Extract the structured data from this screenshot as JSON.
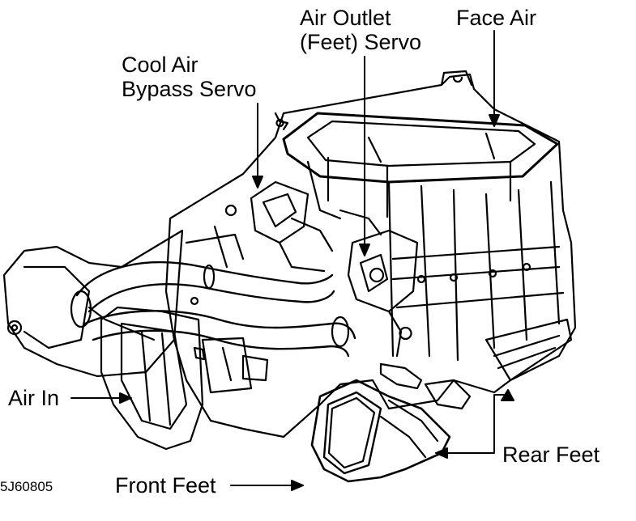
{
  "labels": {
    "air_outlet_line1": "Air Outlet",
    "air_outlet_line2": "(Feet) Servo",
    "face_air": "Face Air",
    "cool_air_line1": "Cool Air",
    "cool_air_line2": "Bypass Servo",
    "air_in": "Air In",
    "rear_feet": "Rear Feet",
    "front_feet": "Front Feet"
  },
  "figure_code": "5J60805",
  "colors": {
    "ink": "#000000",
    "paper": "#ffffff"
  }
}
